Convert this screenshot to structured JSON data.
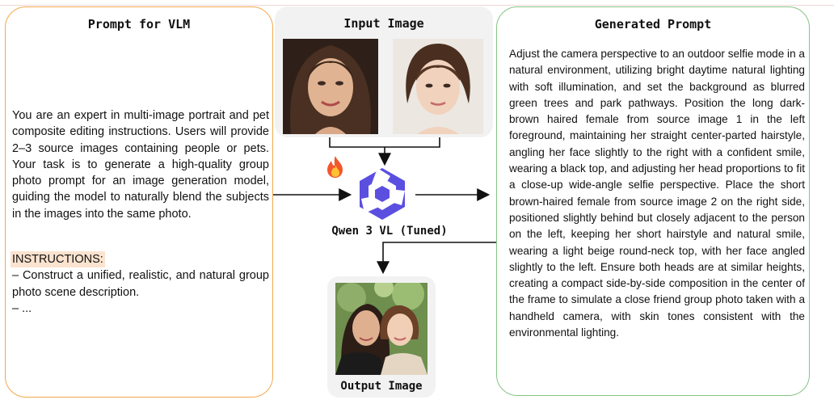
{
  "vlm_panel": {
    "title": "Prompt for VLM",
    "body": "You are an expert in multi-image portrait and pet composite editing instructions. Users will provide 2–3 source images containing people or pets. Your task is to generate a high-quality group photo prompt for an image generation model, guiding the model to naturally blend the subjects in the images into the same photo.",
    "instructions_heading": "INSTRUCTIONS:",
    "instructions": [
      "– Construct a unified, realistic, and natural group photo scene description.",
      "– ..."
    ]
  },
  "input": {
    "title": "Input Image"
  },
  "model": {
    "label": "Qwen 3 VL (Tuned)",
    "logo_icon": "qwen-logo-icon",
    "badge_icon": "fire-icon"
  },
  "output": {
    "title": "Output Image"
  },
  "generated_panel": {
    "title": "Generated Prompt",
    "body": "Adjust the camera perspective to an outdoor selfie mode in a natural environment, utilizing bright daytime natural lighting with soft illumination, and set the background as blurred green trees and park pathways. Position the long dark-brown haired female from source image 1 in the left foreground, maintaining her straight center-parted hairstyle, angling her face slightly to the right with a confident smile, wearing a black top, and adjusting her head proportions to fit a close-up wide-angle selfie perspective. Place the short brown-haired female from source image 2 on the right side, positioned slightly behind but closely adjacent to the person on the left, keeping her short hairstyle and natural smile, wearing a light beige round-neck top, with her face angled slightly to the left. Ensure both heads are at similar heights, creating a compact side-by-side composition in the center of the frame to simulate a close friend group photo taken with a handheld camera, with skin tones consistent with the environmental lighting."
  },
  "colors": {
    "vlm_border": "#f2a94c",
    "generated_border": "#86c486",
    "instructions_highlight": "#fbe3cf",
    "qwen_logo": "#5b4fe0",
    "card_bg": "#f2f2f2"
  }
}
